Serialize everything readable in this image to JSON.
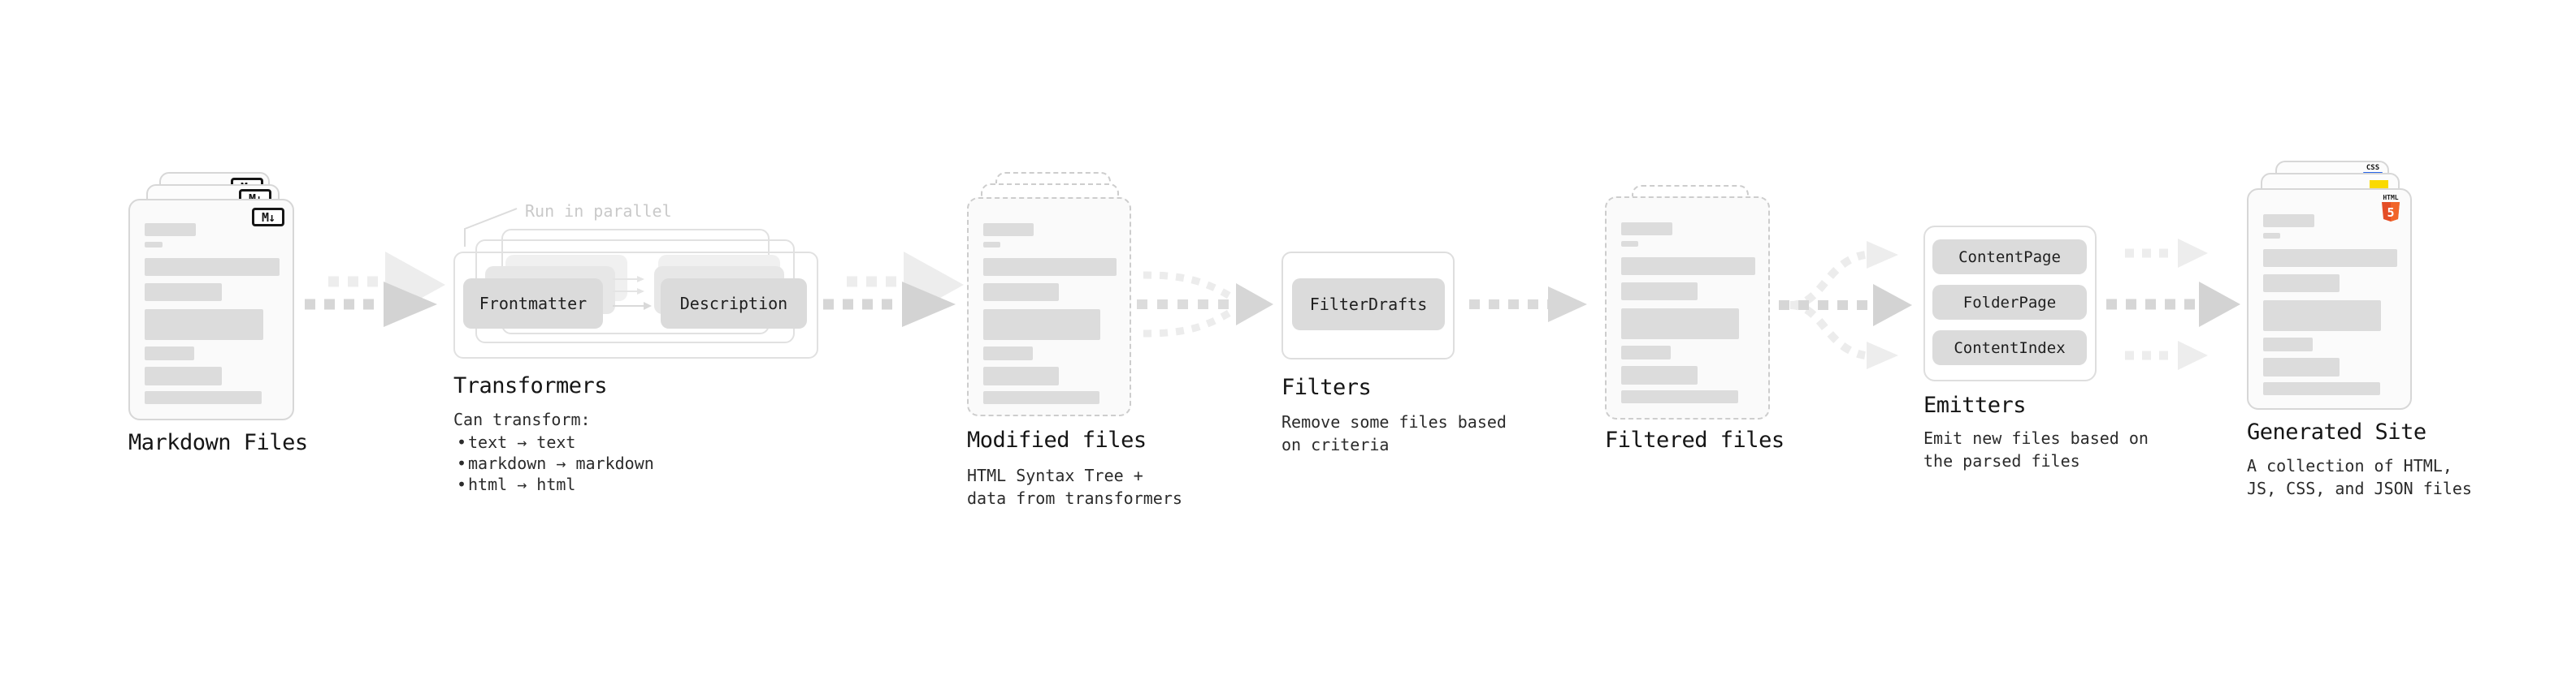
{
  "diagram": {
    "markdown": {
      "label": "Markdown Files",
      "badge": "M↓"
    },
    "transformers": {
      "label": "Transformers",
      "note": "Run in parallel",
      "pill_left": "Frontmatter",
      "pill_right": "Description",
      "desc_title": "Can transform:",
      "bullets": [
        "text → text",
        "markdown → markdown",
        "html → html"
      ]
    },
    "modified": {
      "label": "Modified files",
      "desc": "HTML Syntax Tree +\ndata from transformers"
    },
    "filters": {
      "label": "Filters",
      "pill": "FilterDrafts",
      "desc": "Remove some files based\non criteria"
    },
    "filtered": {
      "label": "Filtered files"
    },
    "emitters": {
      "label": "Emitters",
      "pills": [
        "ContentPage",
        "FolderPage",
        "ContentIndex"
      ],
      "desc": "Emit new files based on\nthe parsed files"
    },
    "site": {
      "label": "Generated Site",
      "desc": "A collection of HTML,\nJS, CSS, and JSON files",
      "css_badge": "CSS",
      "html_badge": "HTML",
      "html_badge_num": "5"
    }
  },
  "colors": {
    "html5_orange": "#e44d26",
    "html5_orange_light": "#f16529",
    "js_yellow": "#fada00",
    "css_blue": "#2764e8",
    "arrow_dark": "#d4d4d4",
    "arrow_light": "#ededed"
  }
}
